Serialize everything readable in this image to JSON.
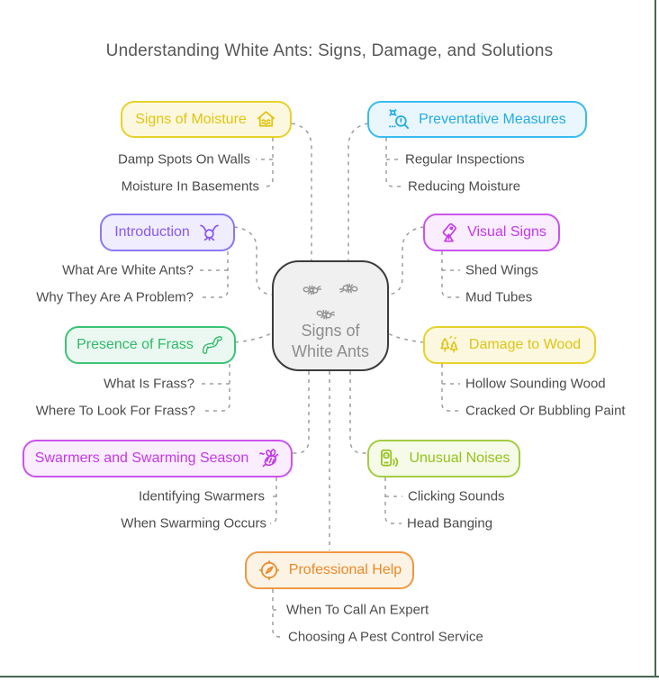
{
  "page": {
    "title": "Understanding White Ants: Signs, Damage, and Solutions",
    "frame_border_color": "#48684F",
    "connector_color": "#9E9E9E"
  },
  "center_node": {
    "label_line1": "Signs of",
    "label_line2": "White Ants",
    "icon": "termites-icon",
    "colors": {
      "border": "#3C3C3C",
      "background": "#F0F0F0",
      "text": "#8E8E8E"
    }
  },
  "branches": [
    {
      "label": "Signs of Moisture",
      "icon": "house-moisture-icon",
      "side": "left",
      "colors": {
        "border": "#E8D12C",
        "background": "#FCF8DF",
        "text": "#E0C414"
      },
      "children": [
        "Damp Spots On Walls",
        "Moisture In Basements"
      ]
    },
    {
      "label": "Preventative Measures",
      "icon": "bug-search-icon",
      "side": "right",
      "colors": {
        "border": "#38BCF1",
        "background": "#E9F6FD",
        "text": "#24ACE4"
      },
      "children": [
        "Regular Inspections",
        "Reducing Moisture"
      ]
    },
    {
      "label": "Introduction",
      "icon": "ant-icon",
      "side": "left",
      "colors": {
        "border": "#8A7AF0",
        "background": "#EFEDFE",
        "text": "#8A58F2"
      },
      "children": [
        "What Are White Ants?",
        "Why They Are A Problem?"
      ]
    },
    {
      "label": "Visual Signs",
      "icon": "tag-warning-icon",
      "side": "right",
      "colors": {
        "border": "#CB54EC",
        "background": "#FAEDFD",
        "text": "#C438E8"
      },
      "children": [
        "Shed Wings",
        "Mud Tubes"
      ]
    },
    {
      "label": "Presence of Frass",
      "icon": "worm-icon",
      "side": "left",
      "colors": {
        "border": "#3CC377",
        "background": "#EAF8F1",
        "text": "#2EB968"
      },
      "children": [
        "What Is Frass?",
        "Where To Look For Frass?"
      ]
    },
    {
      "label": "Damage to Wood",
      "icon": "trees-icon",
      "side": "right",
      "colors": {
        "border": "#E8D12C",
        "background": "#FCF8DF",
        "text": "#E0C414"
      },
      "children": [
        "Hollow Sounding Wood",
        "Cracked Or Bubbling Paint"
      ]
    },
    {
      "label": "Swarmers and Swarming Season",
      "icon": "bee-icon",
      "side": "left",
      "colors": {
        "border": "#CB54EC",
        "background": "#FAEDFD",
        "text": "#C438E8"
      },
      "children": [
        "Identifying Swarmers",
        "When Swarming Occurs"
      ]
    },
    {
      "label": "Unusual Noises",
      "icon": "phone-sound-icon",
      "side": "right",
      "colors": {
        "border": "#A5CC43",
        "background": "#F6FAE8",
        "text": "#94C21C"
      },
      "children": [
        "Clicking Sounds",
        "Head Banging"
      ]
    },
    {
      "label": "Professional Help",
      "icon": "compass-icon",
      "side": "bottom",
      "colors": {
        "border": "#F09742",
        "background": "#FDF3E5",
        "text": "#EA8A28"
      },
      "children": [
        "When To Call An Expert",
        "Choosing A Pest Control Service"
      ]
    }
  ]
}
